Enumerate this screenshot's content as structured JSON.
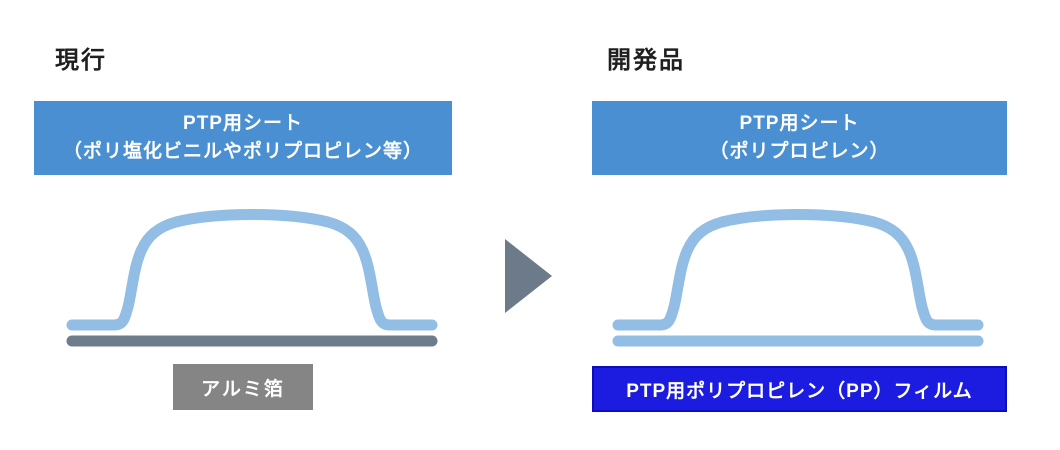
{
  "left": {
    "heading": "現行",
    "sheet_box": {
      "line1": "PTP用シート",
      "line2": "（ポリ塩化ビニルやポリプロピレン等）"
    },
    "bottom_label": "アルミ箔"
  },
  "right": {
    "heading": "開発品",
    "sheet_box": {
      "line1": "PTP用シート",
      "line2": "（ポリプロピレン）"
    },
    "bottom_label": "PTP用ポリプロピレン（PP）フィルム"
  },
  "colors": {
    "header_box_blue": "#4A8FD2",
    "blister_blue": "#92BDE4",
    "foil_gray": "#6E7D8C",
    "arrow_gray": "#6C7A89",
    "foil_label_gray": "#858585",
    "pp_film_blue": "#1C1CE0",
    "pp_film_border": "#0D0DBE",
    "heading_text": "#1F1F1F",
    "box_text": "#FFFFFF"
  }
}
